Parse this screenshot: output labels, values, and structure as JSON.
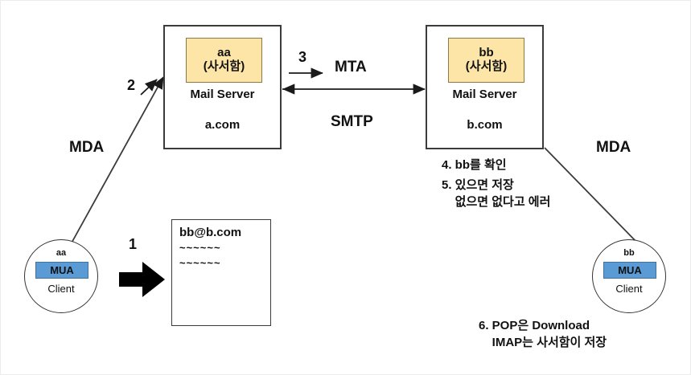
{
  "diagram": {
    "title": "Email delivery flow: MUA, MTA (SMTP), MDA, POP/IMAP",
    "colors": {
      "mailbox_fill": "#fce5a7",
      "mailbox_stroke": "#8b7a42",
      "mua_fill": "#5b9bd5",
      "mua_stroke": "#41719c",
      "line": "#3b3b3b",
      "frame": "#ececed",
      "text": "#111111"
    },
    "servers": [
      {
        "key": "a",
        "mailbox_id": "aa",
        "mailbox_sub": "(사서함)",
        "role": "Mail Server",
        "domain": "a.com"
      },
      {
        "key": "b",
        "mailbox_id": "bb",
        "mailbox_sub": "(사서함)",
        "role": "Mail Server",
        "domain": "b.com"
      }
    ],
    "clients": [
      {
        "key": "aa",
        "id": "aa",
        "agent": "MUA",
        "label": "Client"
      },
      {
        "key": "bb",
        "id": "bb",
        "agent": "MUA",
        "label": "Client"
      }
    ],
    "message": {
      "address": "bb@b.com",
      "body_lines": [
        "~~~~~~",
        "~~~~~~"
      ]
    },
    "labels": {
      "mta": "MTA",
      "smtp": "SMTP",
      "mda_left": "MDA",
      "mda_right": "MDA"
    },
    "steps": {
      "one": "1",
      "two": "2",
      "three": "3"
    },
    "notes": {
      "four": "4. bb를 확인",
      "five": "5. 있으면 저장\n    없으면 없다고 에러",
      "six": "6. POP은 Download\n    IMAP는 사서함이 저장"
    }
  }
}
